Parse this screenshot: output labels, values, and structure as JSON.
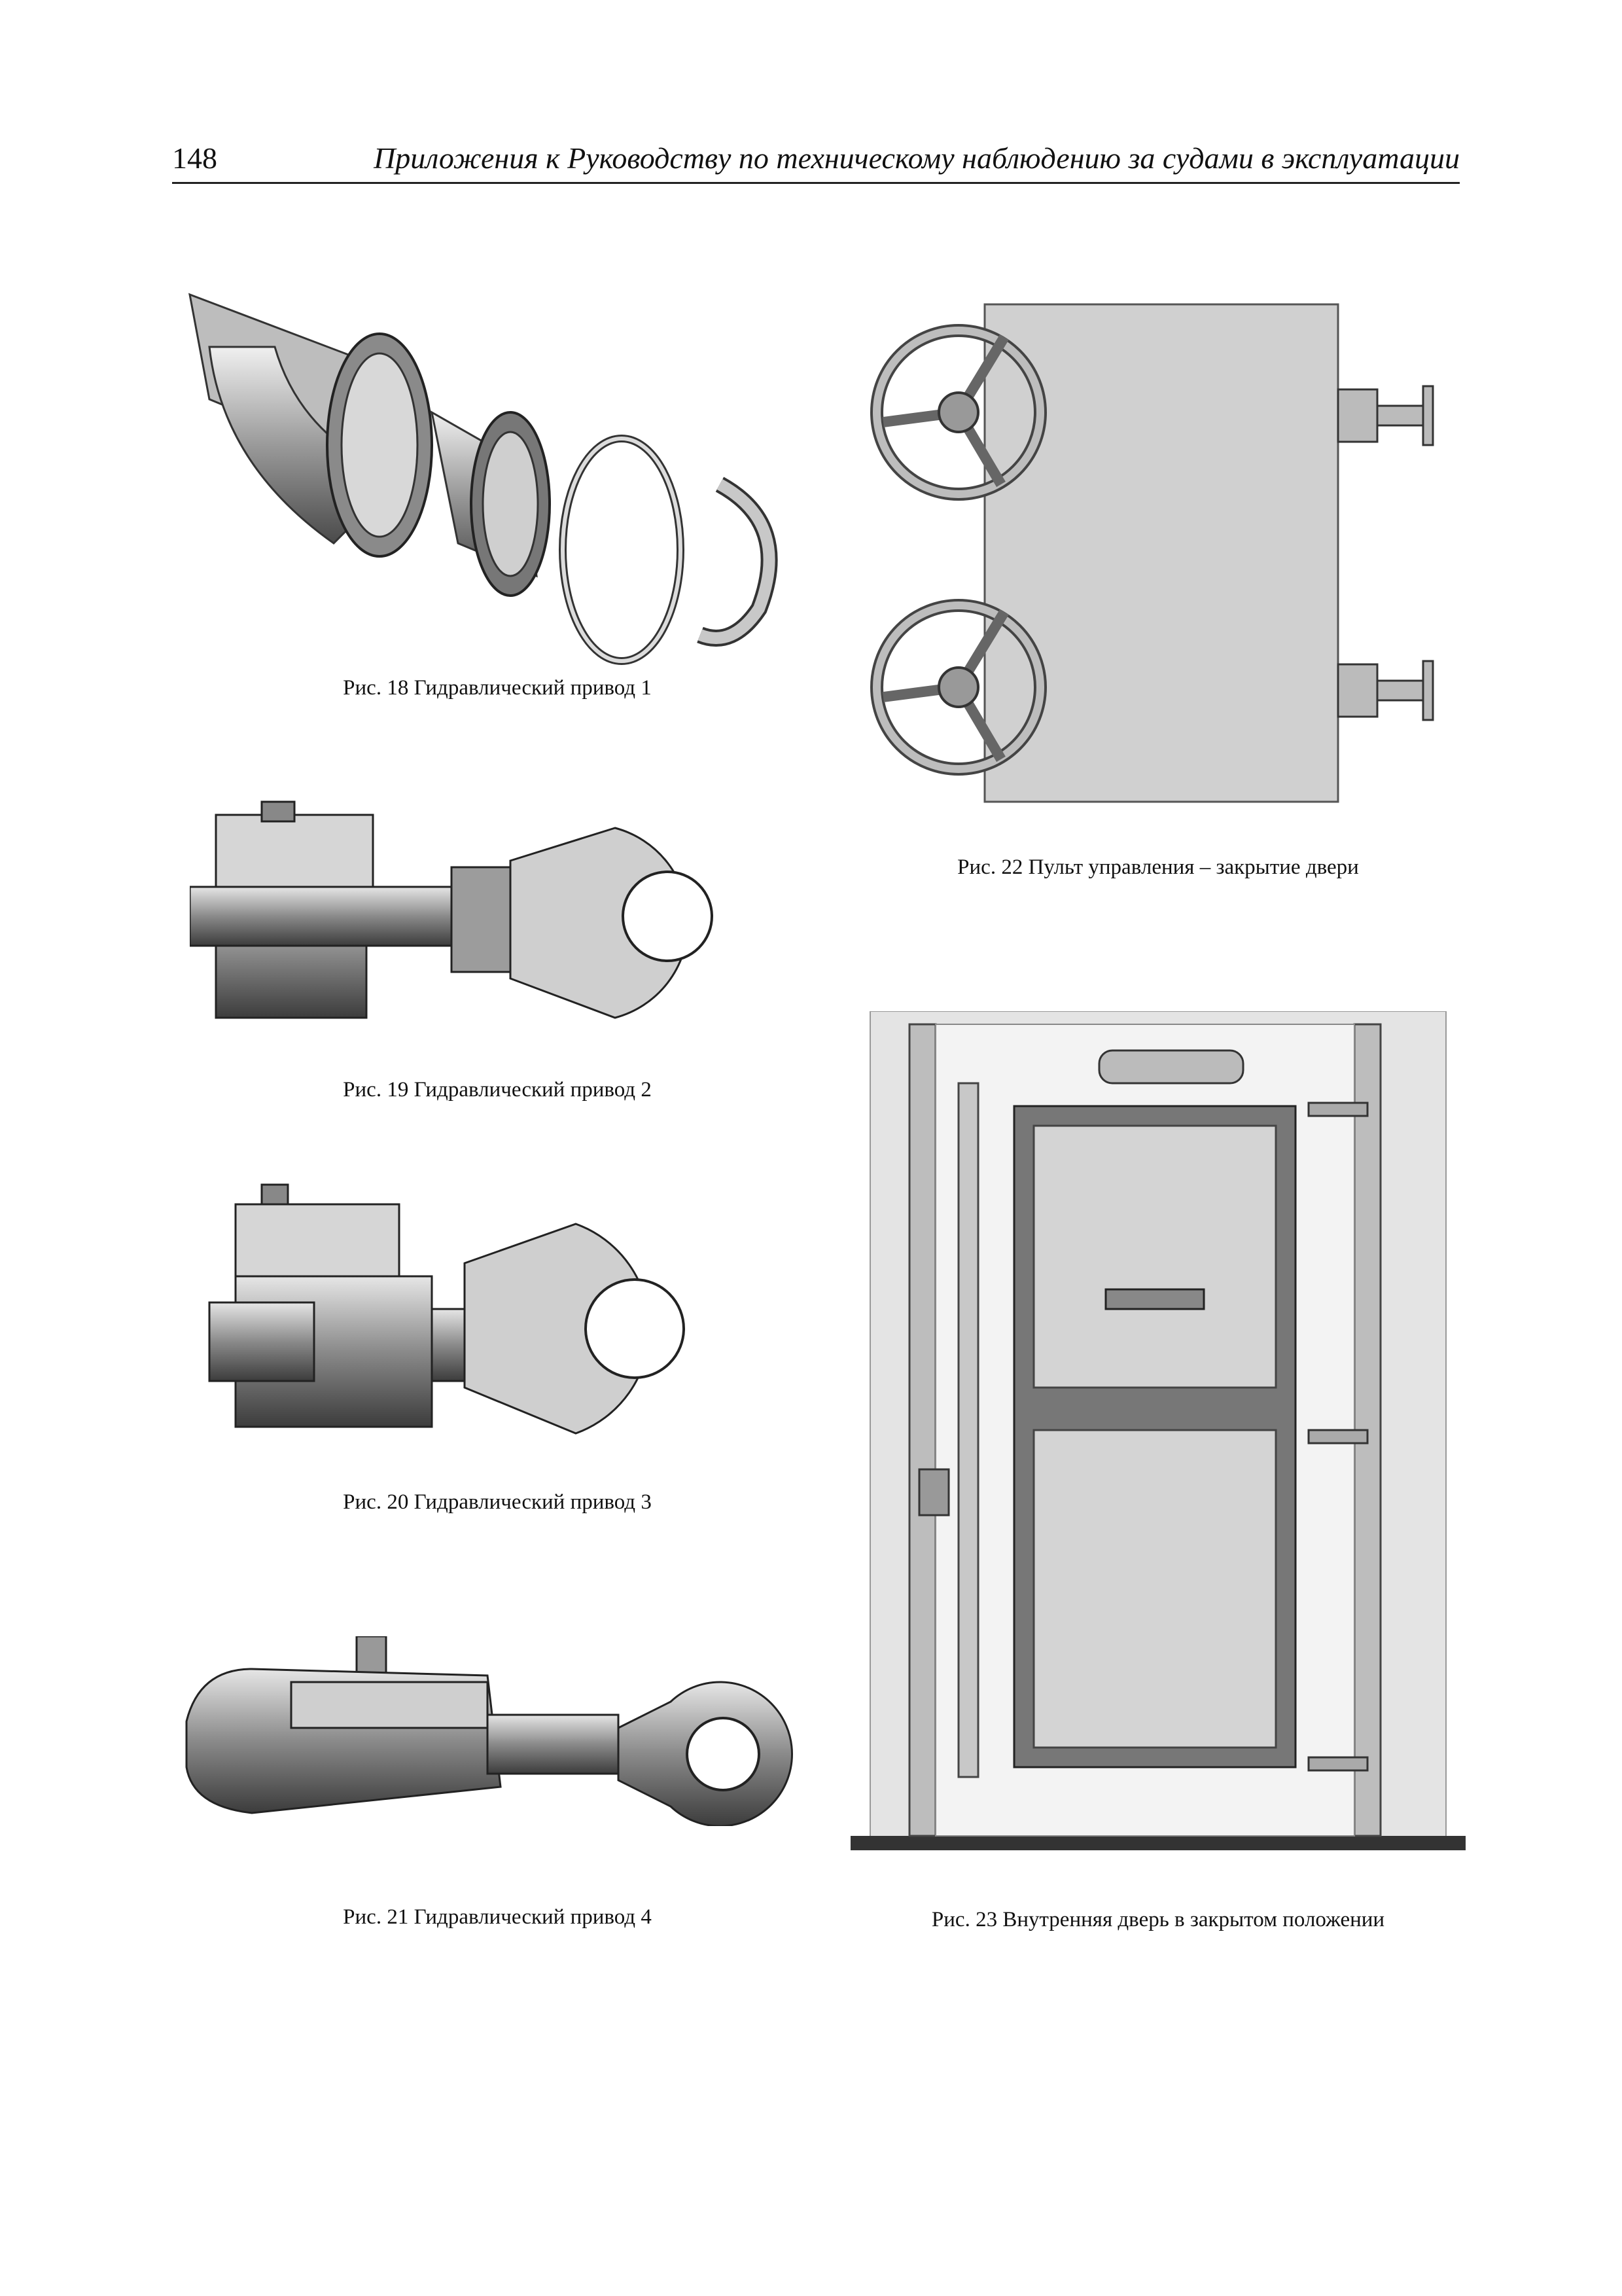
{
  "header": {
    "page_number": "148",
    "running_title": "Приложения к Руководству по техническому наблюдению за судами в эксплуатации"
  },
  "figures": [
    {
      "caption": "Рис. 18 Гидравлический привод 1"
    },
    {
      "caption": "Рис. 19 Гидравлический привод 2"
    },
    {
      "caption": "Рис. 20 Гидравлический привод 3"
    },
    {
      "caption": "Рис. 21 Гидравлический привод 4"
    },
    {
      "caption": "Рис. 22 Пульт управления – закрытие двери"
    },
    {
      "caption": "Рис. 23 Внутренняя дверь в закрытом положении"
    }
  ]
}
